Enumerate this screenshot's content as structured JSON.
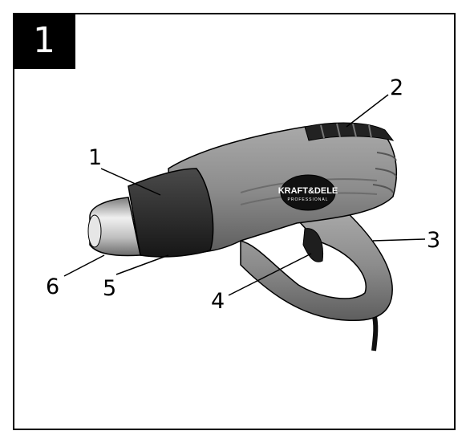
{
  "figure": {
    "number": "1"
  },
  "brand": {
    "logo_text": "KRAFT&DELE",
    "logo_sub": "PROFESSIONAL"
  },
  "callouts": [
    {
      "label": "1"
    },
    {
      "label": "2"
    },
    {
      "label": "3"
    },
    {
      "label": "4"
    },
    {
      "label": "5"
    },
    {
      "label": "6"
    }
  ],
  "colors": {
    "body": "#8a8a8a",
    "dark": "#2b2b2b",
    "nozzle": "#c8c8c8",
    "outline": "#000000"
  }
}
